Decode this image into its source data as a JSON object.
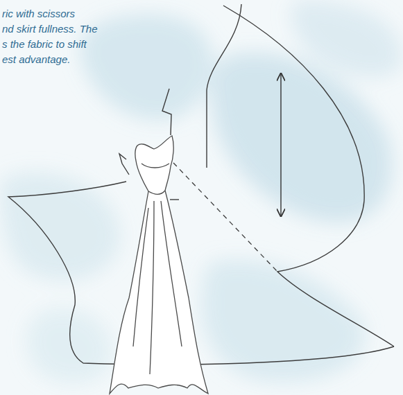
{
  "diagram": {
    "labels": [
      "ric with scissors",
      "nd skirt fullness. The",
      "s the fabric to shift",
      "est advantage."
    ]
  }
}
